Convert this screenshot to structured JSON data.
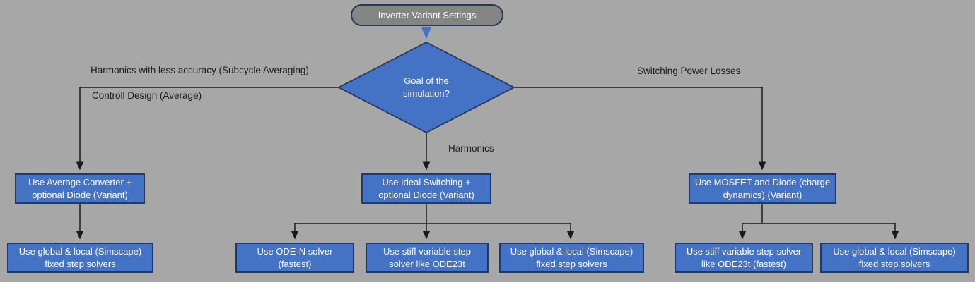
{
  "diagram": {
    "title": "Inverter Variant Settings",
    "decision": "Goal of the simulation?",
    "edge_labels": {
      "left_top": "Harmonics with less accuracy (Subcycle Averaging)",
      "left_bottom": "Controll Design (Average)",
      "center": "Harmonics",
      "right": "Switching Power Losses"
    },
    "level1": {
      "left": "Use Average Converter + optional Diode (Variant)",
      "center": "Use Ideal Switching + optional Diode (Variant)",
      "right": "Use MOSFET and Diode (charge dynamics) (Variant)"
    },
    "level2": {
      "left": "Use global & local (Simscape) fixed step solvers",
      "center_1": "Use ODE-N solver (fastest)",
      "center_2": "Use stiff variable step solver like ODE23t",
      "center_3": "Use global & local (Simscape) fixed step solvers",
      "right_1": "Use stiff variable step solver like ODE23t (fastest)",
      "right_2": "Use global & local (Simscape) fixed step solvers"
    },
    "colors": {
      "background": "#A7A7A7",
      "node_fill": "#4472C4",
      "node_border": "#24395B",
      "oval_fill": "#858585",
      "connector": "#1A1A1A",
      "start_arrow": "#4472C4"
    }
  }
}
